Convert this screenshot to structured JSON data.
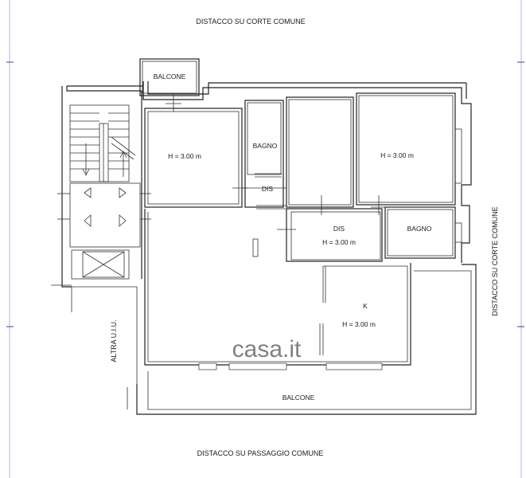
{
  "labels": {
    "top": "DISTACCO SU CORTE COMUNE",
    "bottom": "DISTACCO SU PASSAGGIO COMUNE",
    "right": "DISTACCO SU CORTE COMUNE",
    "left": "ALTRA U.I.U."
  },
  "rooms": {
    "balcone_top": "BALCONE",
    "room1_height": "H = 3.00 m",
    "bagno1": "BAGNO",
    "dis1": "DIS",
    "room2_height": "H = 3.00 m",
    "dis2": "DIS",
    "dis2_height": "H = 3.00 m",
    "bagno2": "BAGNO",
    "kitchen": "K",
    "kitchen_height": "H = 3.00 m",
    "balcone_bottom": "BALCONE"
  },
  "watermark": "casa.it",
  "colors": {
    "wall": "#222222",
    "guide": "#9aa3c9",
    "tick": "#3a45a0"
  }
}
